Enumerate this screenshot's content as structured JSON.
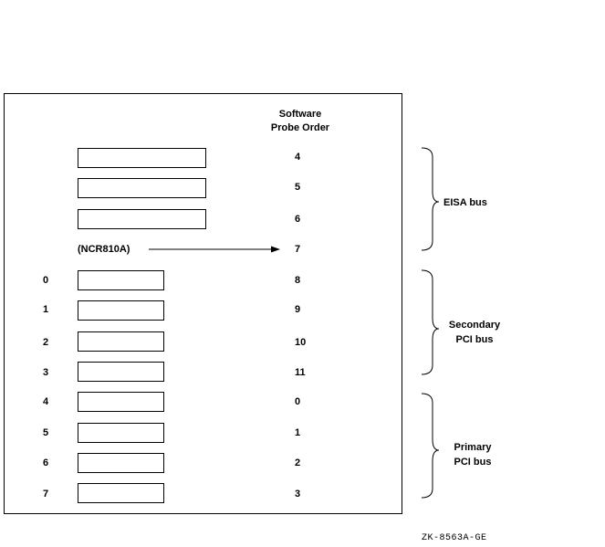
{
  "header": {
    "line1": "Software",
    "line2": "Probe Order"
  },
  "eisa_slots": [
    {
      "probe": "4"
    },
    {
      "probe": "5"
    },
    {
      "probe": "6"
    }
  ],
  "onboard": {
    "label": "(NCR810A)",
    "probe": "7"
  },
  "pci_slots": [
    {
      "slot": "0",
      "probe": "8"
    },
    {
      "slot": "1",
      "probe": "9"
    },
    {
      "slot": "2",
      "probe": "10"
    },
    {
      "slot": "3",
      "probe": "11"
    },
    {
      "slot": "4",
      "probe": "0"
    },
    {
      "slot": "5",
      "probe": "1"
    },
    {
      "slot": "6",
      "probe": "2"
    },
    {
      "slot": "7",
      "probe": "3"
    }
  ],
  "buses": {
    "eisa": {
      "line1": "EISA bus"
    },
    "secondary": {
      "line1": "Secondary",
      "line2": "PCI bus"
    },
    "primary": {
      "line1": "Primary",
      "line2": "PCI bus"
    }
  },
  "figure_id": "ZK-8563A-GE"
}
